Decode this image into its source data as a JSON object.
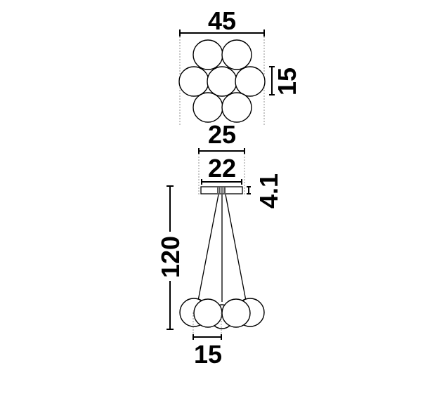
{
  "title": "Pendant lamp dimension drawing",
  "top_view": {
    "width_label": "45",
    "height_label": "15"
  },
  "canopy": {
    "outer_width_label": "25",
    "inner_width_label": "22",
    "height_label": "4.1"
  },
  "side_view": {
    "drop_height_label": "120",
    "ball_width_label": "15"
  }
}
